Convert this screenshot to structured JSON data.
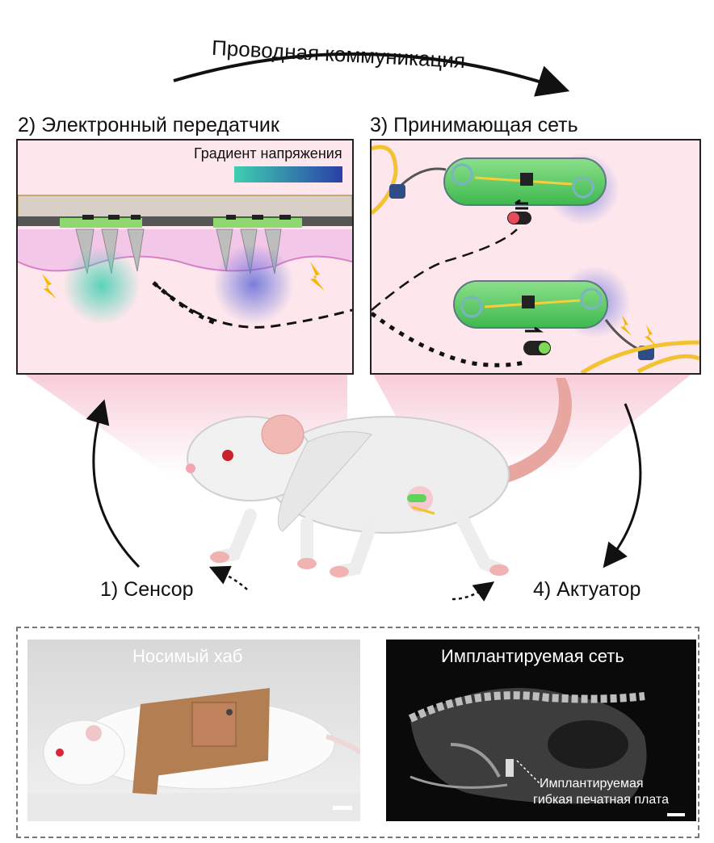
{
  "header": {
    "wired_comm_label": "Проводная коммуникация"
  },
  "panels": {
    "transmitter_title": "2) Электронный передатчик",
    "voltage_gradient_label": "Градиент напряжения",
    "receiver_title": "3) Принимающая сеть"
  },
  "cycle": {
    "sensor_label": "1) Сенсор",
    "actuator_label": "4) Актуатор"
  },
  "photos": {
    "wearable_hub_title": "Носимый хаб",
    "implant_title": "Имплантируемая сеть",
    "pcb_label_line1": "Имплантируемая",
    "pcb_label_line2": "гибкая печатная плата"
  },
  "colors": {
    "gradient_start": "#3ecfb0",
    "gradient_end": "#2b3fa8",
    "panel_bg": "#fde7ec",
    "implant_green": "#5fd35a",
    "wire_yellow": "#f2c230"
  }
}
